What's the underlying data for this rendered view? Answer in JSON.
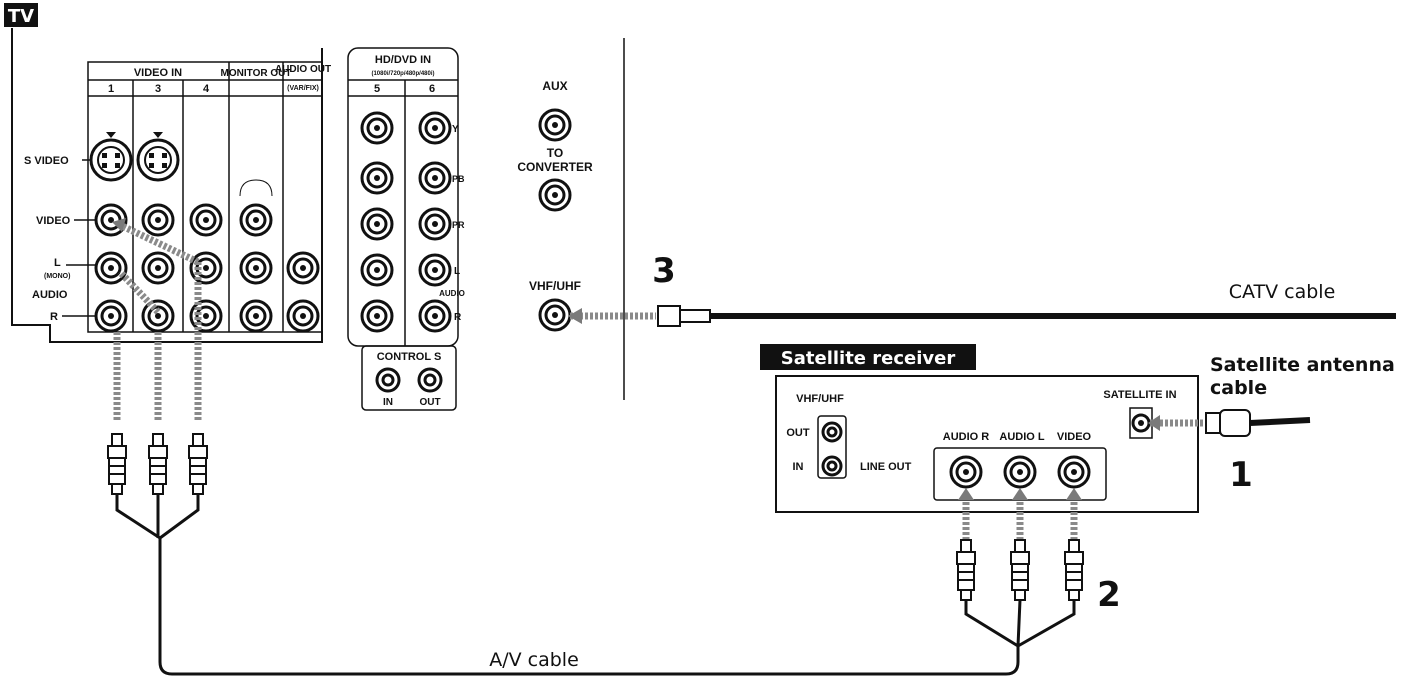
{
  "tv": {
    "badge": "TV",
    "video_in": "VIDEO IN",
    "monitor_out": "MONITOR OUT",
    "audio_out": "AUDIO OUT",
    "audio_out_sub": "(VAR/FIX)",
    "col1": "1",
    "col3": "3",
    "col4": "4",
    "svideo": "S VIDEO",
    "video": "VIDEO",
    "l": "L",
    "mono": "(MONO)",
    "audio": "AUDIO",
    "r": "R",
    "hddvd": "HD/DVD IN",
    "hddvd_sub": "(1080i/720p/480p/480i)",
    "col5": "5",
    "col6": "6",
    "y": "Y",
    "pb": "PB",
    "pr": "PR",
    "hd_l": "L",
    "hd_audio": "AUDIO",
    "hd_r": "R",
    "control_s": "CONTROL S",
    "cs_in": "IN",
    "cs_out": "OUT",
    "aux": "AUX",
    "to": "TO",
    "converter": "CONVERTER",
    "vhfuhf": "VHF/UHF"
  },
  "receiver": {
    "badge": "Satellite receiver",
    "vhfuhf": "VHF/UHF",
    "out": "OUT",
    "in": "IN",
    "satellite_in": "SATELLITE IN",
    "line_out": "LINE OUT",
    "audio_r": "AUDIO R",
    "audio_l": "AUDIO L",
    "video": "VIDEO"
  },
  "labels": {
    "catv": "CATV cable",
    "sat_antenna_1": "Satellite antenna",
    "sat_antenna_2": "cable",
    "av_cable": "A/V cable"
  },
  "steps": {
    "one": "1",
    "two": "2",
    "three": "3"
  }
}
